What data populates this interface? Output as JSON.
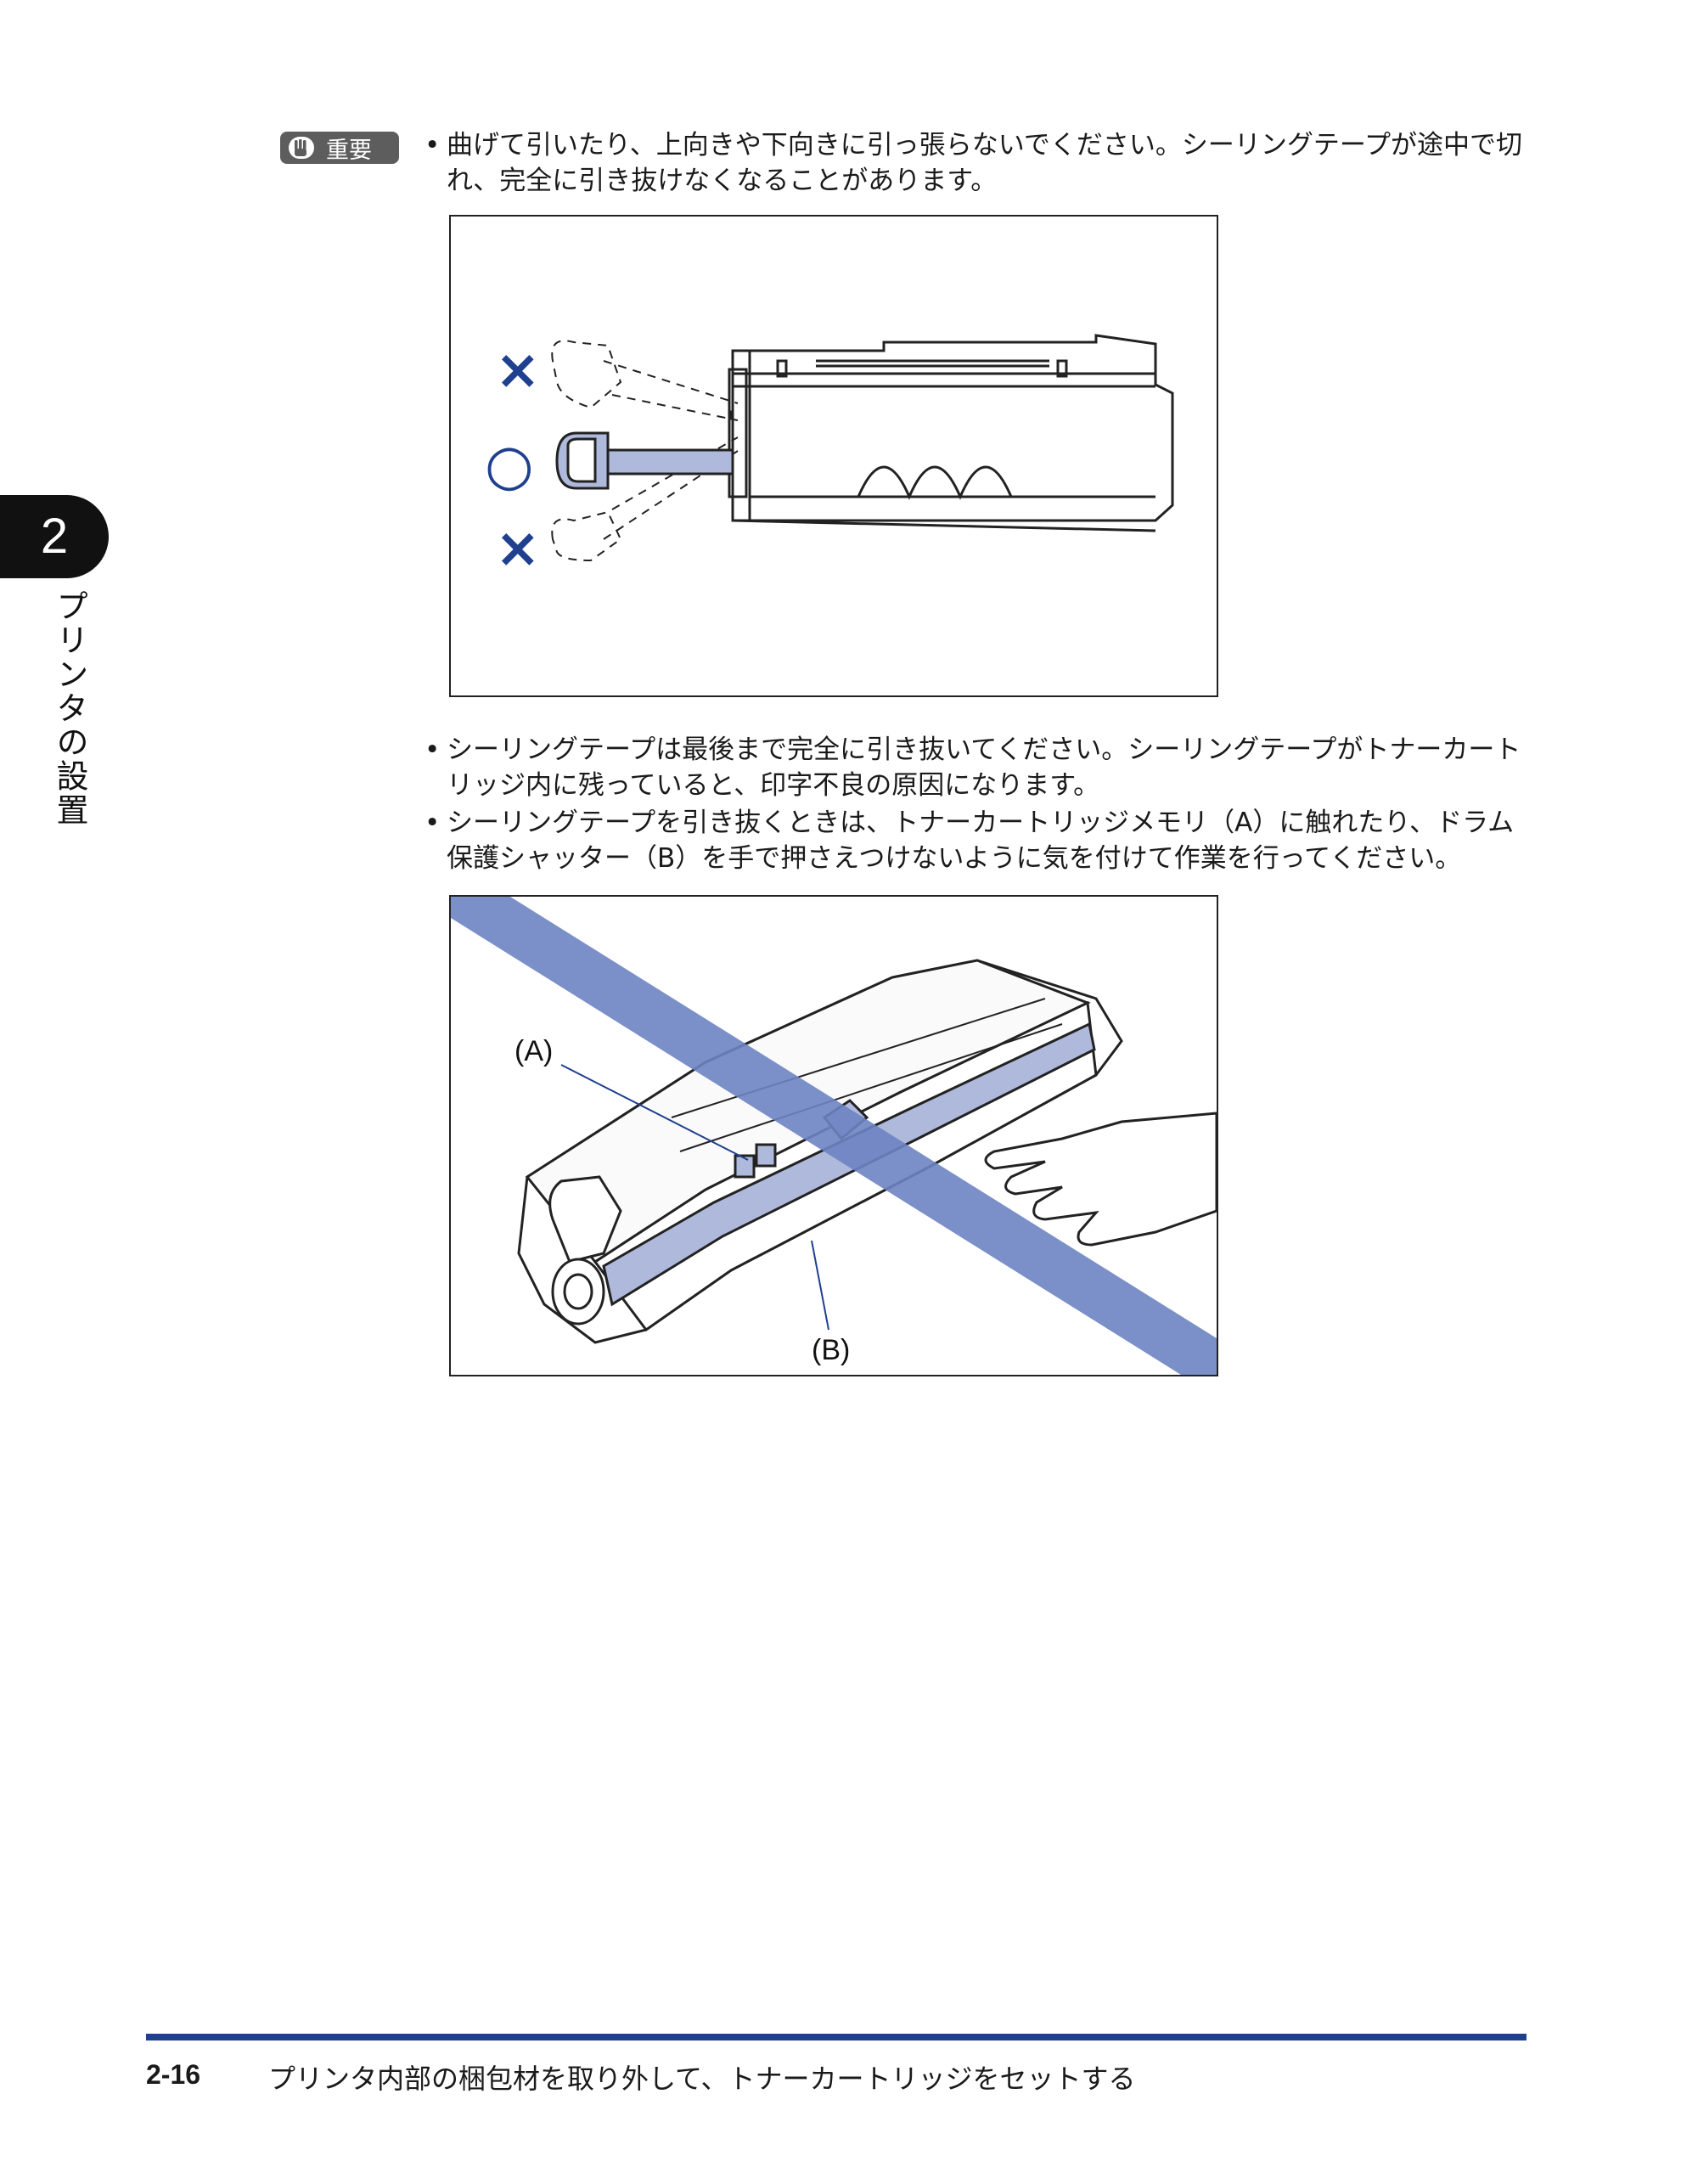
{
  "chapter": {
    "number": "2",
    "title": "プリンタの設置"
  },
  "important": {
    "label": "重要"
  },
  "bullets": [
    {
      "marker": "•",
      "text": "曲げて引いたり、上向きや下向きに引っ張らないでください。シーリングテープが途中で切れ、完全に引き抜けなくなることがあります。"
    },
    {
      "marker": "•",
      "text": "シーリングテープは最後まで完全に引き抜いてください。シーリングテープがトナーカートリッジ内に残っていると、印字不良の原因になります。"
    },
    {
      "marker": "•",
      "text": "シーリングテープを引き抜くときは、トナーカートリッジメモリ（A）に触れたり、ドラム保護シャッター（B）を手で押さえつけないように気を付けて作業を行ってください。"
    }
  ],
  "figure1": {
    "marks": [
      "×",
      "○",
      "×"
    ]
  },
  "figure2": {
    "label_a": "(A)",
    "label_b": "(B)"
  },
  "footer": {
    "page": "2-16",
    "title": "プリンタ内部の梱包材を取り外して、トナーカートリッジをセットする"
  },
  "colors": {
    "accent": "#1f3f8f",
    "figure_fill": "#aeb9db",
    "strike_band": "#6d83c2"
  }
}
